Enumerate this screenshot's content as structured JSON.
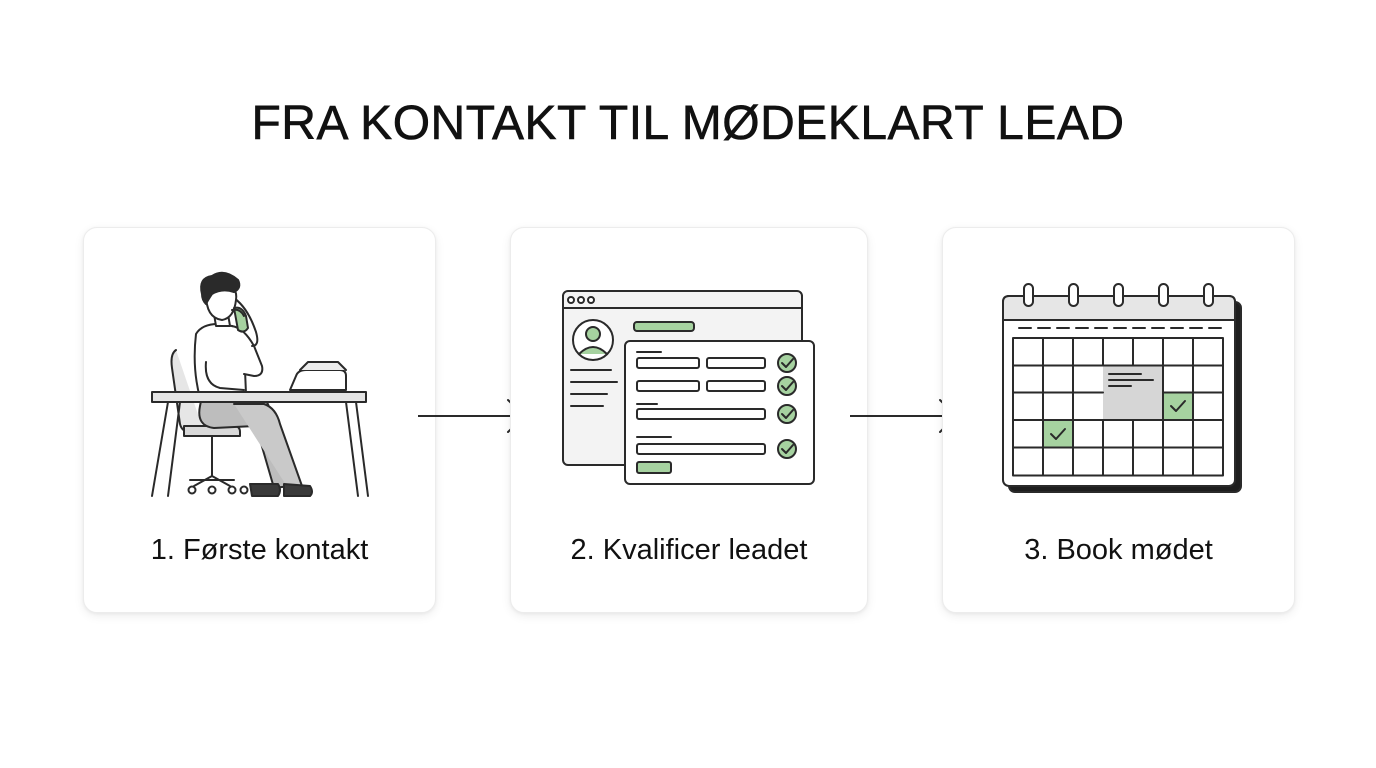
{
  "title": "FRA KONTAKT TIL MØDEKLART LEAD",
  "colors": {
    "accent_green": "#a6d2a0",
    "line": "#2a2a2a",
    "light_gray": "#ececec",
    "mid_gray": "#cfcfcf"
  },
  "steps": [
    {
      "label": "1. Første kontakt",
      "icon": "person-on-phone-at-desk-icon"
    },
    {
      "label": "2. Kvalificer leadet",
      "icon": "qualification-form-checklist-icon"
    },
    {
      "label": "3. Book mødet",
      "icon": "calendar-booking-icon"
    }
  ]
}
